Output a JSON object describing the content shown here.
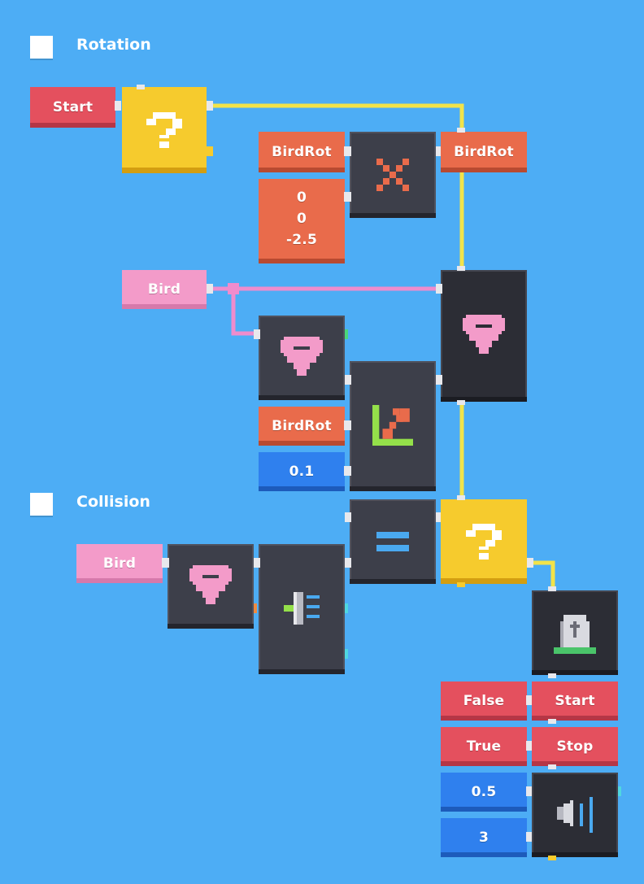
{
  "sections": {
    "rotation": {
      "title": "Rotation",
      "checked": false
    },
    "collision": {
      "title": "Collision",
      "checked": false
    }
  },
  "blocks": {
    "start1": "Start",
    "birdrot_get": "BirdRot",
    "birdrot_set": "BirdRot",
    "rot_vec": [
      "0",
      "0",
      "-2.5"
    ],
    "bird1": "Bird",
    "birdrot_lerp": "BirdRot",
    "lerp_amount": "0.1",
    "bird2": "Bird",
    "false_val": "False",
    "true_val": "True",
    "start2": "Start",
    "stop": "Stop",
    "volume": "0.5",
    "pitch": "3"
  },
  "icons": [
    "question-icon",
    "multiply-icon",
    "object-icon",
    "scale-graph-icon",
    "equals-icon",
    "raycast-icon",
    "tombstone-icon",
    "speaker-icon"
  ],
  "colors": {
    "background": "#4dadf5",
    "red_block": "#e4505e",
    "orange_block": "#e96b4b",
    "pink_block": "#f39bc9",
    "blue_block": "#2f80ee",
    "dark_block": "#3d3f4a",
    "yellow_block": "#f6cb2d",
    "wire_yellow": "#f2e34a",
    "wire_pink": "#ef8ccd"
  }
}
